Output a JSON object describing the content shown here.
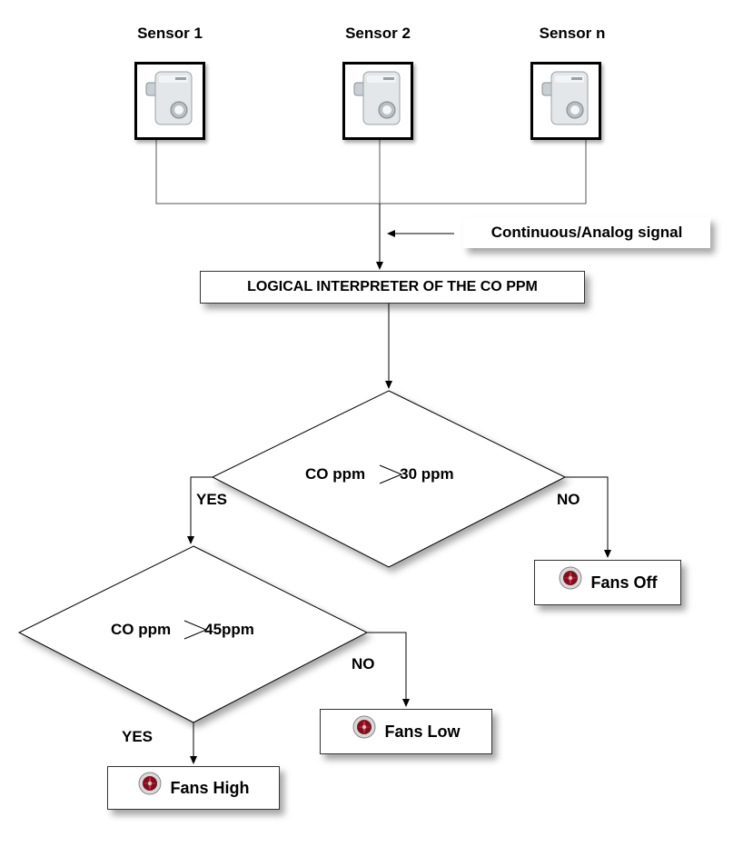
{
  "sensors": [
    {
      "label": "Sensor 1"
    },
    {
      "label": "Sensor 2"
    },
    {
      "label": "Sensor n"
    }
  ],
  "signal_label": "Continuous/Analog signal",
  "interpreter_label": "LOGICAL INTERPRETER OF THE CO PPM",
  "decision1": {
    "left": "CO ppm",
    "right": "30 ppm",
    "yes": "YES",
    "no": "NO"
  },
  "decision2": {
    "left": "CO ppm",
    "right": "45ppm",
    "yes": "YES",
    "no": "NO"
  },
  "outputs": {
    "off": "Fans Off",
    "low": "Fans Low",
    "high": "Fans High"
  },
  "icons": {
    "sensor": "gas-sensor-icon",
    "fan": "fan-icon"
  }
}
